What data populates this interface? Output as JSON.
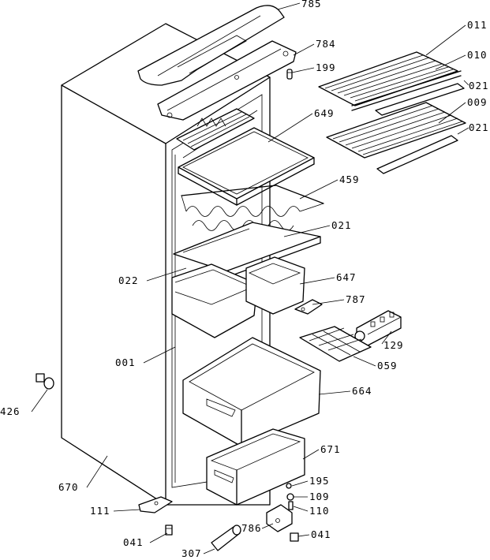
{
  "callouts": [
    {
      "id": "785",
      "text": "785"
    },
    {
      "id": "784",
      "text": "784"
    },
    {
      "id": "199",
      "text": "199"
    },
    {
      "id": "011",
      "text": "011"
    },
    {
      "id": "010",
      "text": "010"
    },
    {
      "id": "021a",
      "text": "021"
    },
    {
      "id": "009",
      "text": "009"
    },
    {
      "id": "021b",
      "text": "021"
    },
    {
      "id": "649",
      "text": "649"
    },
    {
      "id": "459",
      "text": "459"
    },
    {
      "id": "021c",
      "text": "021"
    },
    {
      "id": "022",
      "text": "022"
    },
    {
      "id": "647",
      "text": "647"
    },
    {
      "id": "787",
      "text": "787"
    },
    {
      "id": "129",
      "text": "129"
    },
    {
      "id": "059",
      "text": "059"
    },
    {
      "id": "001",
      "text": "001"
    },
    {
      "id": "664",
      "text": "664"
    },
    {
      "id": "426",
      "text": "426"
    },
    {
      "id": "671",
      "text": "671"
    },
    {
      "id": "670",
      "text": "670"
    },
    {
      "id": "195",
      "text": "195"
    },
    {
      "id": "109",
      "text": "109"
    },
    {
      "id": "110",
      "text": "110"
    },
    {
      "id": "111",
      "text": "111"
    },
    {
      "id": "786",
      "text": "786"
    },
    {
      "id": "041a",
      "text": "041"
    },
    {
      "id": "041b",
      "text": "041"
    },
    {
      "id": "307",
      "text": "307"
    }
  ]
}
